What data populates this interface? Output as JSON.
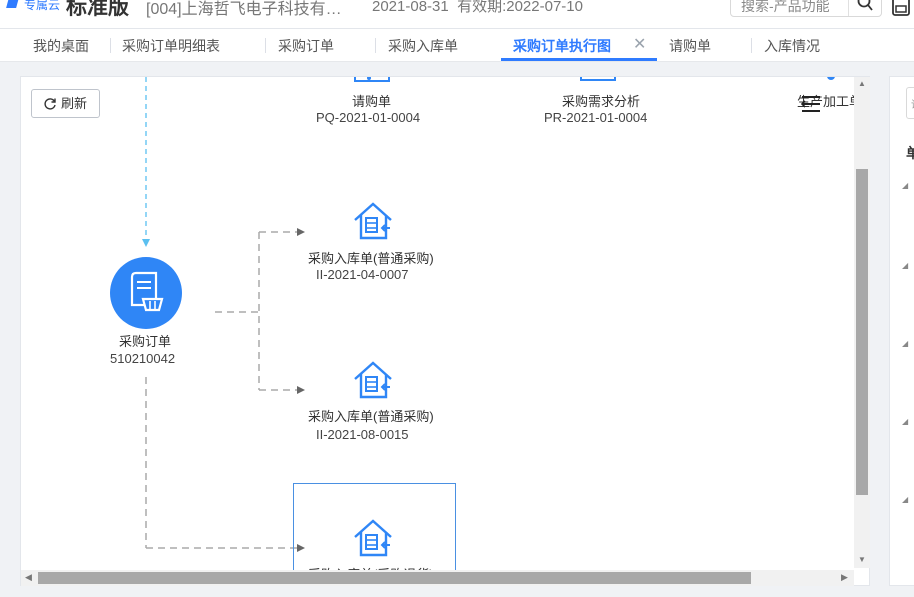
{
  "header": {
    "brand": "专属云",
    "edition": "标准版",
    "company": "[004]上海哲飞电子科技有…",
    "service_date": "2021-08-31",
    "validity": "有效期:2022-07-10",
    "search_placeholder": "搜索-产品功能"
  },
  "tabs": [
    {
      "label": "我的桌面"
    },
    {
      "label": "采购订单明细表"
    },
    {
      "label": "采购订单"
    },
    {
      "label": "采购入库单"
    },
    {
      "label": "采购订单执行图",
      "active": true
    },
    {
      "label": "请购单"
    },
    {
      "label": "入库情况"
    }
  ],
  "toolbar": {
    "refresh_label": "刷新"
  },
  "flow": {
    "top_nodes": [
      {
        "label": "请购单",
        "code": "PQ-2021-01-0004"
      },
      {
        "label": "采购需求分析",
        "code": "PR-2021-01-0004"
      },
      {
        "label": "生产加工单",
        "code": ""
      }
    ],
    "root": {
      "label": "采购订单",
      "code": "510210042"
    },
    "children": [
      {
        "label": "采购入库单(普通采购)",
        "code": "II-2021-04-0007"
      },
      {
        "label": "采购入库单(普通采购)",
        "code": "II-2021-08-0015"
      },
      {
        "label": "采购入库单(采购退货)",
        "code": ""
      }
    ]
  },
  "right_panel": {
    "title": "单",
    "input_hint": "请"
  },
  "colors": {
    "accent": "#2f7bff",
    "node_blue": "#2f86f6",
    "connector_top": "#5bc0f0",
    "connector": "#b0b0b0"
  }
}
